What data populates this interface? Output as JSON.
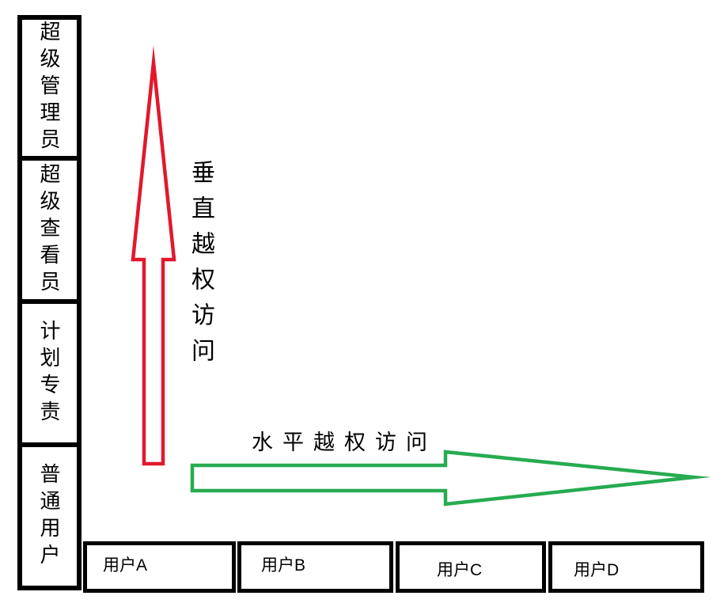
{
  "diagram": {
    "title_implicit": "",
    "roles": {
      "items": [
        {
          "label": "超级管理员"
        },
        {
          "label": "超级查看员"
        },
        {
          "label": "计划专责"
        },
        {
          "label": "普通用户"
        }
      ]
    },
    "users": {
      "items": [
        {
          "label": "用户A"
        },
        {
          "label": "用户B"
        },
        {
          "label": "用户C"
        },
        {
          "label": "用户D"
        }
      ]
    },
    "arrows": {
      "vertical": {
        "label": "垂直越权访问",
        "color": "#e2182c",
        "fill": "#ffffff",
        "direction": "up"
      },
      "horizontal": {
        "label": "水平越权访问",
        "color": "#27ab50",
        "fill": "#ffffff",
        "direction": "right"
      }
    },
    "box_border_color": "#000000",
    "background_color": "#ffffff"
  }
}
